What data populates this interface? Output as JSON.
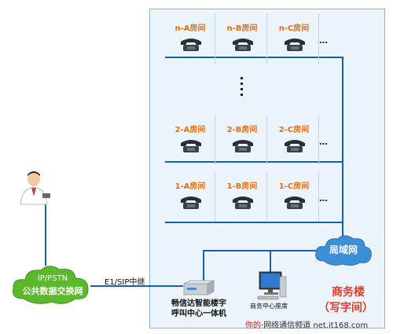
{
  "diagram": {
    "building": {
      "name_line1": "商务楼",
      "name_line2": "（写字间）"
    },
    "floors": [
      {
        "rooms": [
          "n-A房间",
          "n-B房间",
          "n-C房间"
        ],
        "more": "…"
      },
      {
        "rooms": [
          "2-A房间",
          "2-B房间",
          "2-C房间"
        ],
        "more": "…"
      },
      {
        "rooms": [
          "1-A房间",
          "1-B房间",
          "1-C房间"
        ],
        "more": "…"
      }
    ],
    "lan_cloud": "局域网",
    "pstn_cloud": {
      "line1": "IP/PSTN",
      "line2": "公共数据交换网"
    },
    "trunk_label": "E1/SIP中继",
    "device": {
      "line1": "畅信达智能楼宇",
      "line2": "呼叫中心一体机"
    },
    "seat_label": "商务中心座席",
    "watermark": {
      "prefix": "你的",
      "bullet": "·",
      "middle": "网络通信频道",
      "site": "net.it168.com"
    }
  },
  "colors": {
    "zone_bg": "#eaf4fa",
    "wire": "#1a5fa8",
    "room_label": "#e0701c",
    "building_name": "#e03a2a",
    "cloud_green": "#5cb82c",
    "cloud_blue": "#3b8fd6"
  }
}
